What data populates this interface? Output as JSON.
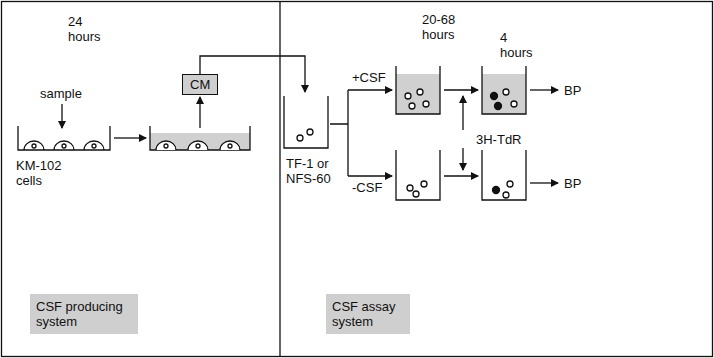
{
  "diagram": {
    "nodes": [
      {
        "text": [
          "CM"
        ]
      },
      {
        "text": [
          "CSF producing system"
        ]
      },
      {
        "text": [
          "CSF assay system"
        ]
      }
    ],
    "labels": [
      "24 hours",
      "sample",
      "KM-102 cells",
      "20-68 hours",
      "4 hours",
      "+CSF",
      "-CSF",
      "TF-1 or NFS-60",
      "3H-TdR",
      "BP",
      "BP"
    ]
  }
}
